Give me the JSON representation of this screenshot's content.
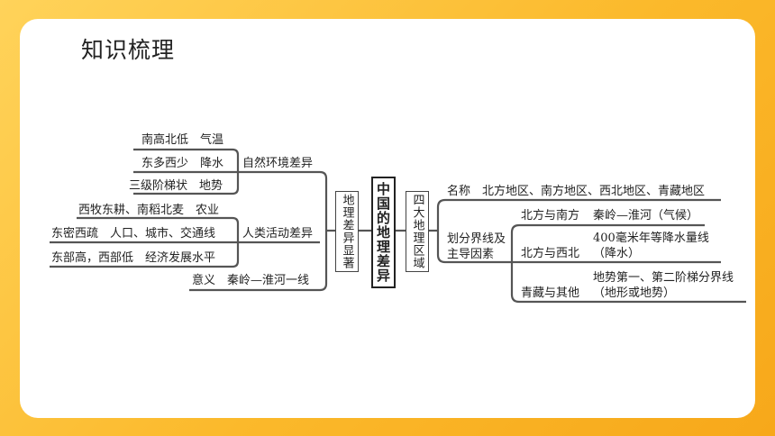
{
  "heading": "知识梳理",
  "center": "中国的地理差异",
  "left_branch": {
    "title": "地理差异显著",
    "groups": [
      {
        "label": "自然环境差异",
        "items": [
          "南高北低　气温",
          "东多西少　降水",
          "三级阶梯状　地势"
        ]
      },
      {
        "label": "人类活动差异",
        "items": [
          "西牧东耕、南稻北麦　农业",
          "东密西疏　人口、城市、交通线",
          "东部高，西部低　经济发展水平"
        ]
      },
      {
        "label": "",
        "items": [
          "意义　秦岭—淮河一线"
        ]
      }
    ]
  },
  "right_branch": {
    "title": "四大地理区域",
    "name_row": "名称　北方地区、南方地区、西北地区、青藏地区",
    "division": {
      "label_line1": "划分界线及",
      "label_line2": "主导因素",
      "rows": [
        {
          "region": "北方与南方",
          "detail_line1": "秦岭—淮河（气候）",
          "detail_line2": ""
        },
        {
          "region": "北方与西北",
          "detail_line1": "400毫米年等降水量线",
          "detail_line2": "（降水）"
        },
        {
          "region": "青藏与其他",
          "detail_line1": "地势第一、第二阶梯分界线",
          "detail_line2": "（地形或地势）"
        }
      ]
    }
  }
}
